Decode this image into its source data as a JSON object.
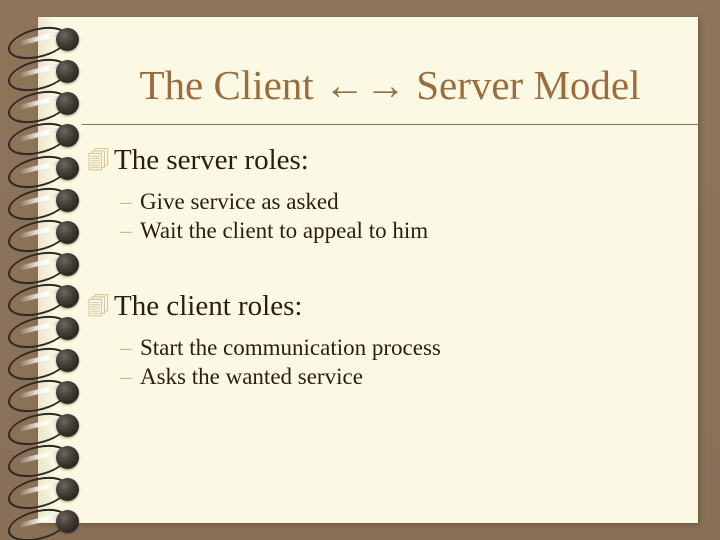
{
  "slide": {
    "title": "The Client ←→ Server Model",
    "title_color": "#9b6d3e",
    "page_color": "#fbf9e3",
    "backdrop_color": "#8b7259",
    "body_text_color": "#2c1e0f",
    "rule_color": "#8a7257",
    "bullet_icon": "stacked-pages-icon",
    "dash_glyph": "–",
    "spiral_rings": 16,
    "sections": [
      {
        "heading": "The server roles:",
        "items": [
          "Give service as asked",
          "Wait the client to appeal to him"
        ]
      },
      {
        "heading": "The client roles:",
        "items": [
          "Start the communication process",
          "Asks the wanted service"
        ]
      }
    ]
  }
}
